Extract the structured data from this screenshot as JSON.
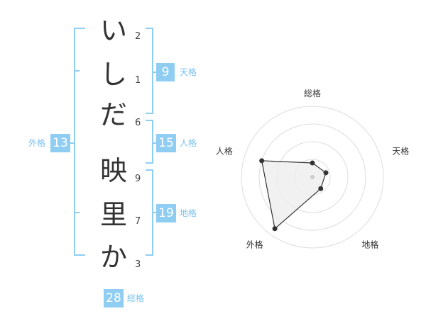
{
  "name_chars": [
    {
      "char": "い",
      "strokes": "2"
    },
    {
      "char": "し",
      "strokes": "1"
    },
    {
      "char": "だ",
      "strokes": "6"
    },
    {
      "char": "映",
      "strokes": "9"
    },
    {
      "char": "里",
      "strokes": "7"
    },
    {
      "char": "か",
      "strokes": "3"
    }
  ],
  "fortune": {
    "tenkaku": {
      "value": "9",
      "label": "天格"
    },
    "jinkaku": {
      "value": "15",
      "label": "人格"
    },
    "chikaku": {
      "value": "19",
      "label": "地格"
    },
    "gaikaku": {
      "value": "13",
      "label": "外格"
    },
    "soukaku": {
      "value": "28",
      "label": "総格"
    }
  },
  "colors": {
    "accent": "#8fcdf3",
    "accent_text": "#7cc2ee",
    "bracket": "#8fcdf3",
    "ring": "#dddddd",
    "fill": "#eeeeee",
    "line": "#333333"
  },
  "chart_data": {
    "type": "radar",
    "axes": [
      "総格",
      "天格",
      "地格",
      "外格",
      "人格"
    ],
    "values": [
      0.2,
      0.2,
      0.2,
      0.9,
      0.75
    ],
    "range": [
      0,
      1
    ],
    "rings": 4
  }
}
